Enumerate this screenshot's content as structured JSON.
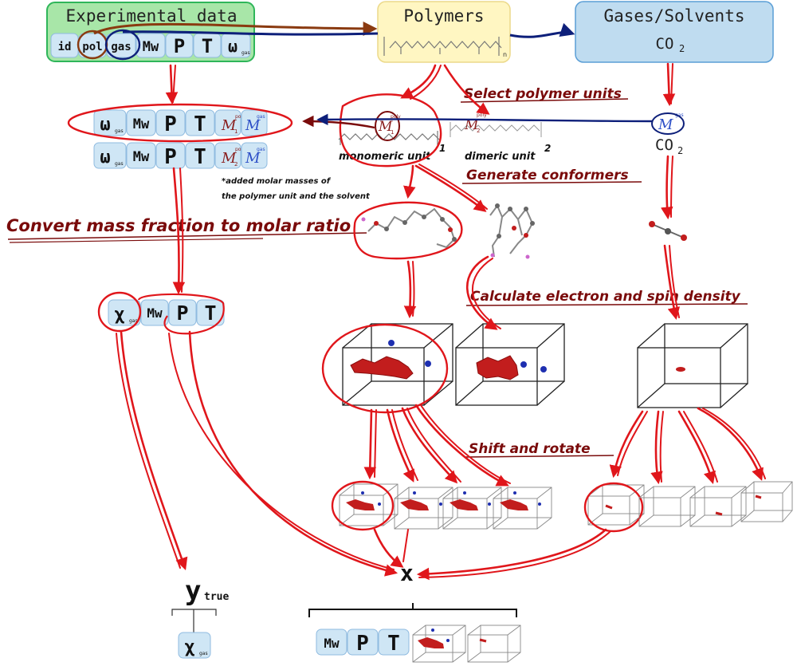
{
  "boxes": {
    "experimental": {
      "title": "Experimental data",
      "tokens": [
        "id",
        "pol",
        "gas",
        "Mw",
        "P",
        "T",
        "ω"
      ],
      "omega_sub": "gas"
    },
    "polymers": {
      "title": "Polymers",
      "repeat_sub": "n"
    },
    "gases": {
      "title": "Gases/Solvents",
      "formula": "CO",
      "formula_sub": "2"
    }
  },
  "feature_rows": {
    "row1": [
      "ω",
      "Mw",
      "P",
      "T"
    ],
    "row2": [
      "ω",
      "Mw",
      "P",
      "T"
    ],
    "omega_sub": "gas",
    "m_label": "M",
    "m1_sub": "1",
    "m2_sub": "2",
    "poly_sup": "poly",
    "gas_sup": "gas"
  },
  "units": {
    "m1": "M",
    "m1_sub": "1",
    "m1_sup": "poly",
    "m2": "M",
    "m2_sub": "2",
    "m2_sup": "poly",
    "mgas": "M",
    "mgas_sup": "gas",
    "monomeric": "monomeric unit",
    "monomeric_idx": "1",
    "dimeric": "dimeric unit",
    "dimeric_idx": "2",
    "co2": "CO",
    "co2_sub": "2"
  },
  "notes": {
    "added_line1": "*added molar masses of",
    "added_line2": "the polymer unit and the solvent"
  },
  "steps": {
    "select": "Select polymer units",
    "generate": "Generate conformers",
    "convert": "Convert mass fraction to molar ratio",
    "calculate": "Calculate electron and spin density",
    "shift": "Shift and rotate"
  },
  "chi_row": {
    "chi": "χ",
    "chi_sub": "gas",
    "tokens": [
      "Mw",
      "P",
      "T"
    ]
  },
  "outputs": {
    "y": "y",
    "y_sub": "true",
    "x": "x",
    "y_chi": "χ",
    "y_chi_sub": "gas",
    "x_tokens": [
      "Mw",
      "P",
      "T"
    ]
  },
  "colors": {
    "green_box": "#2fb65a",
    "green_fill": "#a8e6a8",
    "yellow_fill": "#fff6c2",
    "blue_fill": "#bfdcf0",
    "blue_border": "#5a9ed6",
    "token_fill": "#cfe6f5",
    "annotation_red": "#e0161b",
    "dark_red_text": "#7a0b0b",
    "navy_arrow": "#0d1f7a",
    "brown_arrow": "#8a3a10"
  }
}
